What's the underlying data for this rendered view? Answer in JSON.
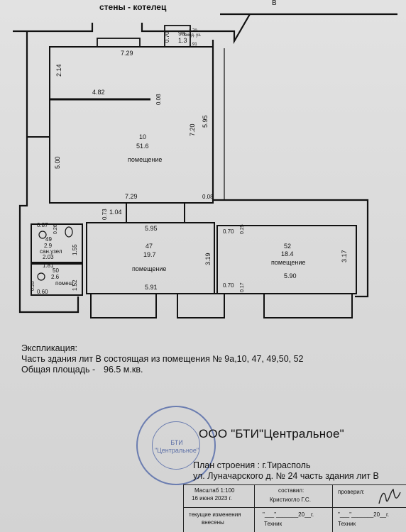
{
  "header": {
    "top_label": "стены - котелец",
    "corner_letter": "В"
  },
  "rooms": [
    {
      "num": "9а",
      "area": "1.3",
      "name": "вход. уз.",
      "dims": [
        "0.70",
        "1.70",
        "1.91"
      ]
    },
    {
      "num": "10",
      "area": "51.6",
      "name": "помещение",
      "dims": [
        "7.29",
        "2.14",
        "4.82",
        "0.08",
        "5.00",
        "7.20",
        "5.95",
        "7.29",
        "0.08"
      ]
    },
    {
      "num": "47",
      "area": "19.7",
      "name": "помещение",
      "dims": [
        "0.73",
        "1.04",
        "5.95",
        "3.19",
        "5.91"
      ]
    },
    {
      "num": "49",
      "area": "2.9",
      "name": "сан.узел",
      "dims": [
        "0.87",
        "0.26",
        "2.03",
        "1.55"
      ]
    },
    {
      "num": "50",
      "area": "2.6",
      "name": "помещ.",
      "dims": [
        "1.81",
        "1.52",
        "0.25",
        "0.60"
      ]
    },
    {
      "num": "52",
      "area": "18.4",
      "name": "помещение",
      "dims": [
        "0.70",
        "0.25",
        "3.17",
        "5.90",
        "0.70",
        "0.17"
      ]
    }
  ],
  "explication": {
    "heading": "Экспликация:",
    "line1": "Часть здания лит В состоящая из помещения № 9а,10, 47, 49,50, 52",
    "total_label": "Общая площадь -",
    "total_value": "96.5 м.кв."
  },
  "stamp": {
    "line1": "БТИ",
    "line2": "\"Центральное\""
  },
  "organization": {
    "name": "ООО \"БТИ\"Центральное\"",
    "plan_title": "План строения : г.Тирасполь",
    "address": "ул. Луначарского  д. № 24  часть здания лит В"
  },
  "title_block": {
    "scale": "Масштаб 1:100",
    "date": "16 июня 2023 г.",
    "compiled_label": "составил:",
    "compiled_name": "Кристиогло Г.С.",
    "checked_label": "проверил:",
    "changes_label": "текущие изменения",
    "changes_label2": "внесены",
    "date_blank1": "\"___\"_______20__г.",
    "date_blank2": "\"___\"_______20__г.",
    "tech1": "Техник",
    "tech2": "Техник"
  }
}
